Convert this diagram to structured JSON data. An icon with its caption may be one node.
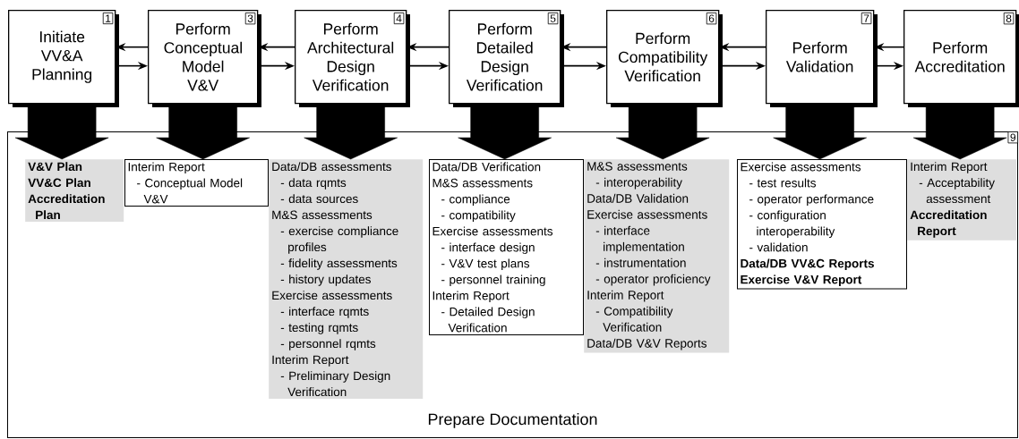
{
  "diagram": {
    "nodes": [
      {
        "text": [
          "Initiate VV&A Planning",
          "1"
        ]
      },
      {
        "text": [
          "Perform Conceptual Model V&V",
          "3"
        ]
      },
      {
        "text": [
          "Perform Architectural Design Verification",
          "4"
        ]
      },
      {
        "text": [
          "Perform Detailed Design Verification",
          "5"
        ]
      },
      {
        "text": [
          "Perform Compatibility Verification",
          "6"
        ]
      },
      {
        "text": [
          "Perform Validation",
          "7"
        ]
      },
      {
        "text": [
          "Perform Accreditation",
          "8"
        ]
      },
      {
        "text": [
          "Prepare Documentation",
          "9"
        ]
      },
      {
        "text": [
          "V&V Plan",
          "VV&C Plan",
          "Accreditation Plan"
        ],
        "in": 7
      },
      {
        "text": [
          "Interim Report",
          "- Conceptual Model V&V"
        ],
        "in": 7
      },
      {
        "text": [
          "Data/DB assessments",
          "- data rqmts",
          "- data sources",
          "M&S assessments",
          "- exercise compliance profiles",
          "- fidelity assessments",
          "- history updates",
          "Exercise assessments",
          "- interface rqmts",
          "- testing rqmts",
          "- personnel rqmts",
          "Interim Report",
          "- Preliminary Design Verification"
        ],
        "in": 7
      },
      {
        "text": [
          "Data/DB Verification",
          "M&S assessments",
          "- compliance",
          "- compatibility",
          "Exercise assessments",
          "- interface design",
          "- V&V test plans",
          "- personnel training",
          "Interim Report",
          "- Detailed Design Verification"
        ],
        "in": 7
      },
      {
        "text": [
          "M&S assessments",
          "- interoperability",
          "Data/DB Validation",
          "Exercise assessments",
          "- interface implementation",
          "- instrumentation",
          "- operator proficiency",
          "Interim Report",
          "- Compatibility Verification",
          "Data/DB V&V Reports"
        ],
        "in": 7
      },
      {
        "text": [
          "Exercise assessments",
          "- test results",
          "- operator performance",
          "- configuration interoperability",
          "- validation",
          "Data/DB VV&C Reports",
          "Exercise V&V Report"
        ],
        "in": 7
      },
      {
        "text": [
          "Interim Report",
          "- Acceptability assessment",
          "Accreditation Report"
        ],
        "in": 7
      }
    ],
    "edges": [
      {
        "from": 0,
        "to": 1,
        "arrow": "to"
      },
      {
        "from": 1,
        "to": 0,
        "arrow": "to"
      },
      {
        "from": 1,
        "to": 2,
        "arrow": "to"
      },
      {
        "from": 2,
        "to": 1,
        "arrow": "to"
      },
      {
        "from": 2,
        "to": 3,
        "arrow": "to"
      },
      {
        "from": 3,
        "to": 2,
        "arrow": "to"
      },
      {
        "from": 3,
        "to": 4,
        "arrow": "to"
      },
      {
        "from": 4,
        "to": 3,
        "arrow": "to"
      },
      {
        "from": 4,
        "to": 5,
        "arrow": "to"
      },
      {
        "from": 5,
        "to": 4,
        "arrow": "to"
      },
      {
        "from": 5,
        "to": 6,
        "arrow": "to"
      },
      {
        "from": 6,
        "to": 5,
        "arrow": "to"
      },
      {
        "from": 0,
        "to": 8,
        "arrow": "to",
        "style": "thick"
      },
      {
        "from": 1,
        "to": 9,
        "arrow": "to",
        "style": "thick"
      },
      {
        "from": 2,
        "to": 10,
        "arrow": "to",
        "style": "thick"
      },
      {
        "from": 3,
        "to": 11,
        "arrow": "to",
        "style": "thick"
      },
      {
        "from": 4,
        "to": 12,
        "arrow": "to",
        "style": "thick"
      },
      {
        "from": 5,
        "to": 13,
        "arrow": "to",
        "style": "thick"
      },
      {
        "from": 6,
        "to": 14,
        "arrow": "to",
        "style": "thick"
      }
    ]
  }
}
